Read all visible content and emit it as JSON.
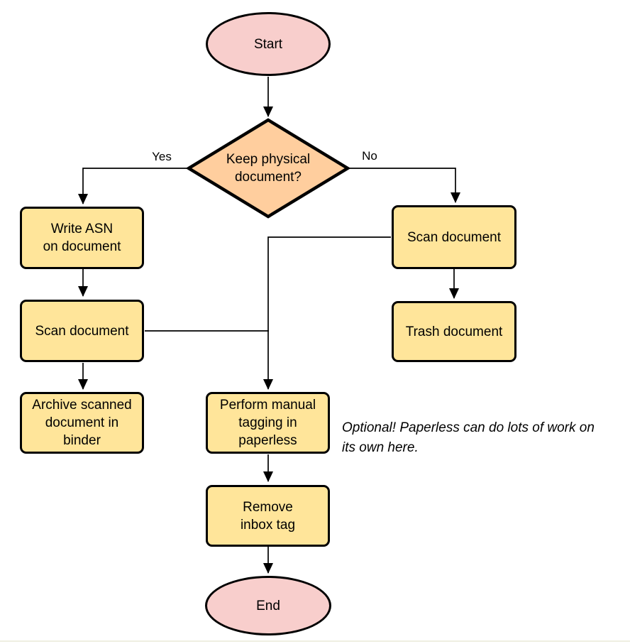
{
  "diagram": {
    "nodes": [
      {
        "id": "start",
        "type": "terminal",
        "label": "Start"
      },
      {
        "id": "keep-physical-document",
        "type": "decision",
        "label": "Keep physical\ndocument?"
      },
      {
        "id": "write-asn-on-document",
        "type": "process",
        "label": "Write ASN\non document"
      },
      {
        "id": "scan-document-left",
        "type": "process",
        "label": "Scan document"
      },
      {
        "id": "archive-scanned-document",
        "type": "process",
        "label": "Archive scanned\ndocument in\nbinder"
      },
      {
        "id": "scan-document-right",
        "type": "process",
        "label": "Scan document"
      },
      {
        "id": "trash-document",
        "type": "process",
        "label": "Trash document"
      },
      {
        "id": "perform-manual-tagging",
        "type": "process",
        "label": "Perform manual\ntagging in\npaperless"
      },
      {
        "id": "remove-inbox-tag",
        "type": "process",
        "label": "Remove\ninbox tag"
      },
      {
        "id": "end",
        "type": "terminal",
        "label": "End"
      }
    ],
    "edge_labels": {
      "yes": "Yes",
      "no": "No"
    },
    "note": "Optional! Paperless can do lots of work on\nits own here.",
    "colors": {
      "terminal_fill": "#f8cecc",
      "decision_fill": "#ffce9e",
      "process_fill": "#ffe59a",
      "stroke": "#000000"
    }
  }
}
